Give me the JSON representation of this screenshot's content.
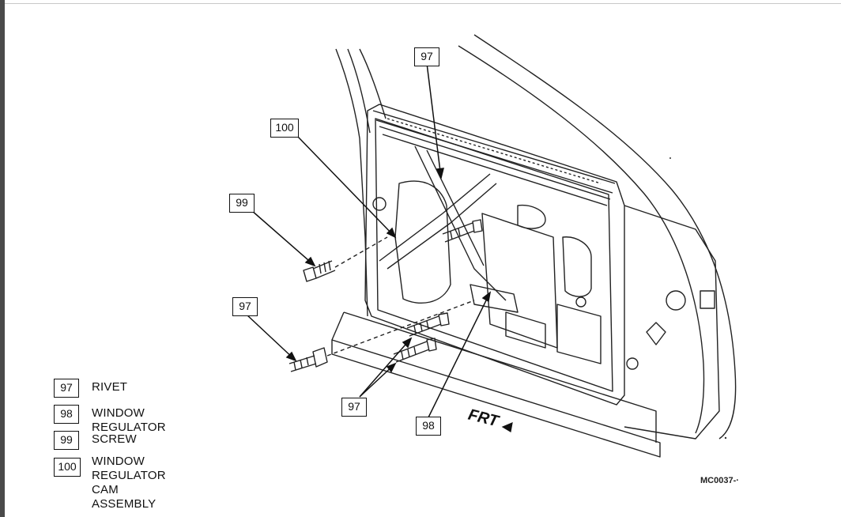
{
  "callouts": {
    "top_97": "97",
    "label_100": "100",
    "label_99": "99",
    "left_97": "97",
    "bottom_97": "97",
    "label_98": "98"
  },
  "legend": [
    {
      "num": "97",
      "label": "RIVET"
    },
    {
      "num": "98",
      "label": "WINDOW REGULATOR"
    },
    {
      "num": "99",
      "label": "SCREW"
    },
    {
      "num": "100",
      "label": "WINDOW REGULATOR\nCAM ASSEMBLY"
    }
  ],
  "direction_label": "FRT",
  "figure_code": "MC0037-·"
}
